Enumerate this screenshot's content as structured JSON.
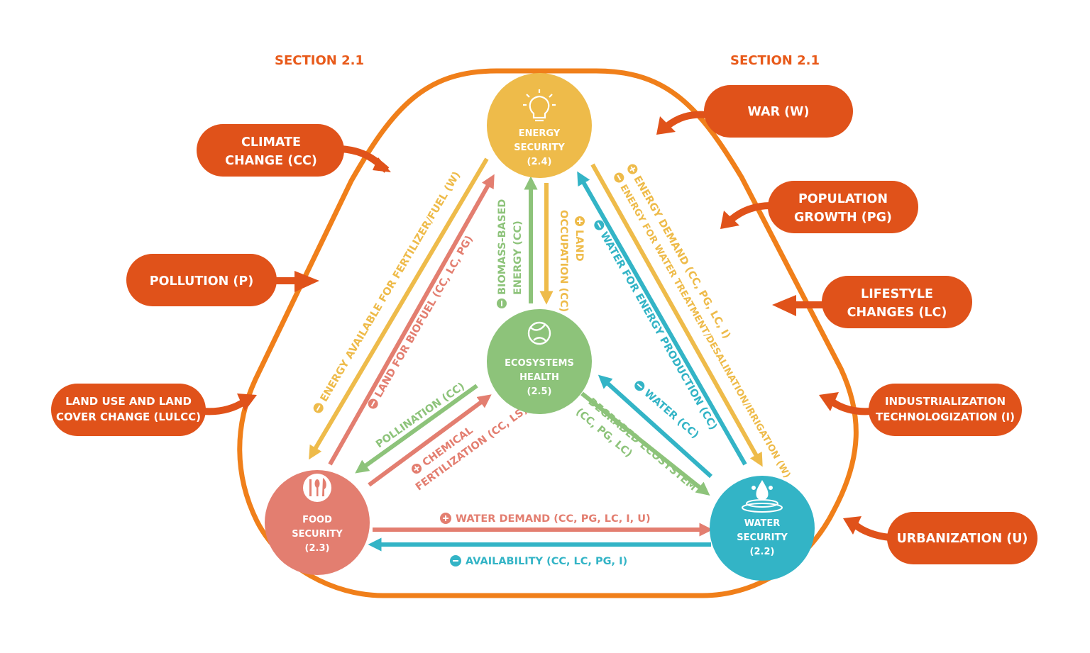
{
  "sections": {
    "left": "SECTION 2.1",
    "right": "SECTION 2.1"
  },
  "colors": {
    "driver": "#e0521a",
    "frame": "#f07f1a",
    "energy": "#eebb4a",
    "food": "#e37e70",
    "water": "#33b4c6",
    "ecosystem": "#8dc37a"
  },
  "drivers": {
    "climate_change": [
      "CLIMATE",
      "CHANGE (CC)"
    ],
    "pollution": [
      "POLLUTION (P)"
    ],
    "lulcc": [
      "LAND USE AND LAND",
      "COVER CHANGE (LULCC)"
    ],
    "war": [
      "WAR (W)"
    ],
    "population_growth": [
      "POPULATION",
      "GROWTH (PG)"
    ],
    "lifestyle_changes": [
      "LIFESTYLE",
      "CHANGES (LC)"
    ],
    "industrialization": [
      "INDUSTRIALIZATION",
      "TECHNOLOGIZATION (I)"
    ],
    "urbanization": [
      "URBANIZATION (U)"
    ]
  },
  "nodes": {
    "energy": {
      "icon": "lightbulb-icon",
      "lines": [
        "ENERGY",
        "SECURITY",
        "(2.4)"
      ]
    },
    "ecosystems": {
      "icon": "recycle-globe-icon",
      "lines": [
        "ECOSYSTEMS",
        "HEALTH",
        "(2.5)"
      ]
    },
    "food": {
      "icon": "cutlery-icon",
      "lines": [
        "FOOD",
        "SECURITY",
        "(2.3)"
      ]
    },
    "water": {
      "icon": "water-drop-icon",
      "lines": [
        "WATER",
        "SECURITY",
        "(2.2)"
      ]
    }
  },
  "links": {
    "energy_for_fertilizer": {
      "sign": "minus",
      "text": "ENERGY AVAILABLE FOR FERTILIZER/FUEL (W)"
    },
    "land_for_biofuel": {
      "sign": "minus",
      "text": "LAND FOR BIOFUEL (CC, LC, PG)"
    },
    "biomass_energy": {
      "sign": "minus",
      "lines": [
        "BIOMASS-BASED",
        "ENERGY (CC)"
      ]
    },
    "land_occupation": {
      "sign": "plus",
      "lines": [
        "LAND",
        "OCCUPATION (CC)"
      ]
    },
    "energy_demand": {
      "sign": "plus",
      "text": "ENERGY DEMAND (CC, PG, LC, I)"
    },
    "energy_for_water": {
      "sign": "minus",
      "text": "ENERGY FOR WATER TREATMENT/DESALINATION/IRRIGATION (W)"
    },
    "water_for_energy": {
      "sign": "minus",
      "text": "WATER FOR ENERGY PRODUCTION (CC)"
    },
    "pollination": {
      "text": "POLLINATION (CC)"
    },
    "chemical_fertilization": {
      "sign": "plus",
      "lines": [
        "CHEMICAL",
        "FERTILIZATION (CC, LS)"
      ]
    },
    "water_ecosystem": {
      "sign": "minus",
      "text": "WATER (CC)"
    },
    "degraded_ecosystem": {
      "lines": [
        "DEGRADED ECOSYSTEM",
        "(CC, PG, LC)"
      ]
    },
    "water_demand": {
      "sign": "plus",
      "text": "WATER DEMAND (CC, PG, LC, I, U)"
    },
    "availability": {
      "sign": "minus",
      "text": "AVAILABILITY (CC, LC, PG, I)"
    }
  }
}
